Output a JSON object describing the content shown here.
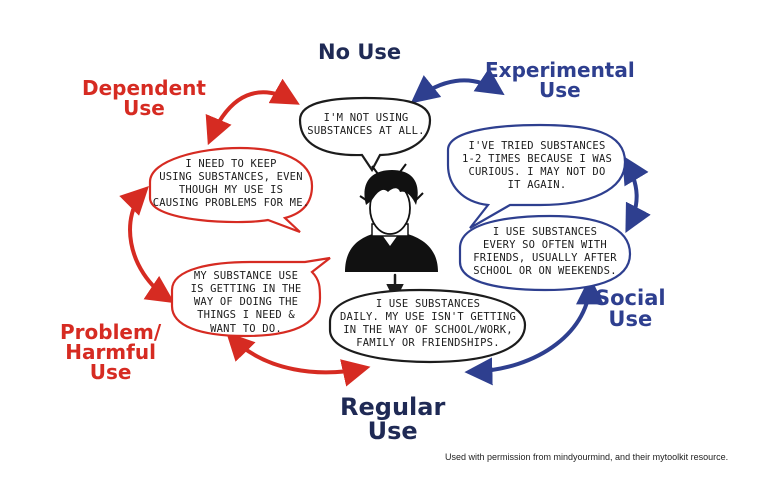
{
  "colors": {
    "red": "#d62b22",
    "blue": "#2e3f8f",
    "navy": "#1f2a55",
    "ink": "#1c1c1c",
    "bubble_red_shadow": "#e0735f",
    "bubble_blue_shadow": "#7d93c8"
  },
  "stages": {
    "no_use": {
      "line1": "No Use"
    },
    "experimental": {
      "line1": "Experimental",
      "line2": "Use"
    },
    "social": {
      "line1": "Social",
      "line2": "Use"
    },
    "regular": {
      "line1": "Regular",
      "line2": "Use"
    },
    "problem": {
      "line1": "Problem/",
      "line2": "Harmful",
      "line3": "Use"
    },
    "dependent": {
      "line1": "Dependent",
      "line2": "Use"
    }
  },
  "bubbles": {
    "no_use": {
      "lines": [
        "I'm not using",
        "substances at all."
      ]
    },
    "experimental": {
      "lines": [
        "I've tried substances",
        "1-2 times because I was",
        "curious. I may not do",
        "it again."
      ]
    },
    "social": {
      "lines": [
        "I use substances",
        "every so often with",
        "friends, usually after",
        "school or on weekends."
      ]
    },
    "regular": {
      "lines": [
        "I use substances",
        "daily. My use isn't getting",
        "in the way of school/work,",
        "family or friendships."
      ]
    },
    "problem": {
      "lines": [
        "My substance use",
        "is getting in the",
        "way of doing the",
        "things I need &",
        "want to do."
      ]
    },
    "dependent": {
      "lines": [
        "I need to keep",
        "using substances, even",
        "though my use is",
        "causing problems for me."
      ]
    }
  },
  "person_icon": "person-silhouette-icon",
  "credit": "Used with permission from mindyourmind, and their mytoolkit resource."
}
